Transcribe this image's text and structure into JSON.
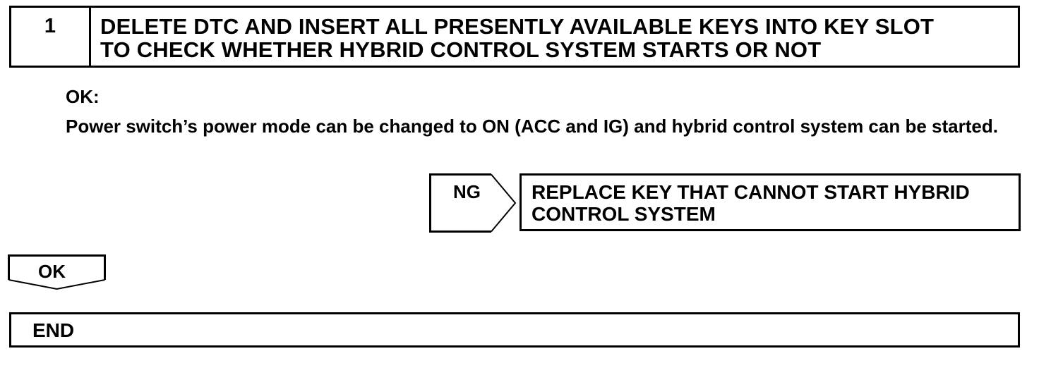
{
  "step": {
    "number": "1",
    "title_line1": "DELETE DTC AND INSERT ALL PRESENTLY AVAILABLE KEYS INTO KEY SLOT",
    "title_line2": "TO CHECK WHETHER HYBRID CONTROL SYSTEM STARTS OR NOT"
  },
  "ok_result": {
    "label": "OK:",
    "description": "Power switch’s power mode can be changed to ON (ACC and IG) and hybrid control system can be started."
  },
  "ng_branch": {
    "label": "NG",
    "action_line1": "REPLACE KEY THAT CANNOT START HYBRID",
    "action_line2": "CONTROL SYSTEM"
  },
  "ok_branch": {
    "label": "OK"
  },
  "end": {
    "label": "END"
  }
}
